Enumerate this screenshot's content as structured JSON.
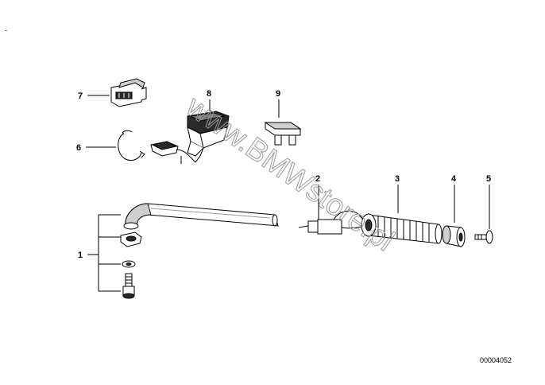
{
  "corner_mark": "-",
  "watermark": "www.BMWstore.pl",
  "diagram_code": "00004052",
  "callouts": {
    "c1": "1",
    "c2": "2",
    "c3": "3",
    "c4": "4",
    "c5": "5",
    "c6": "6",
    "c7": "7",
    "c8": "8",
    "c9": "9"
  }
}
